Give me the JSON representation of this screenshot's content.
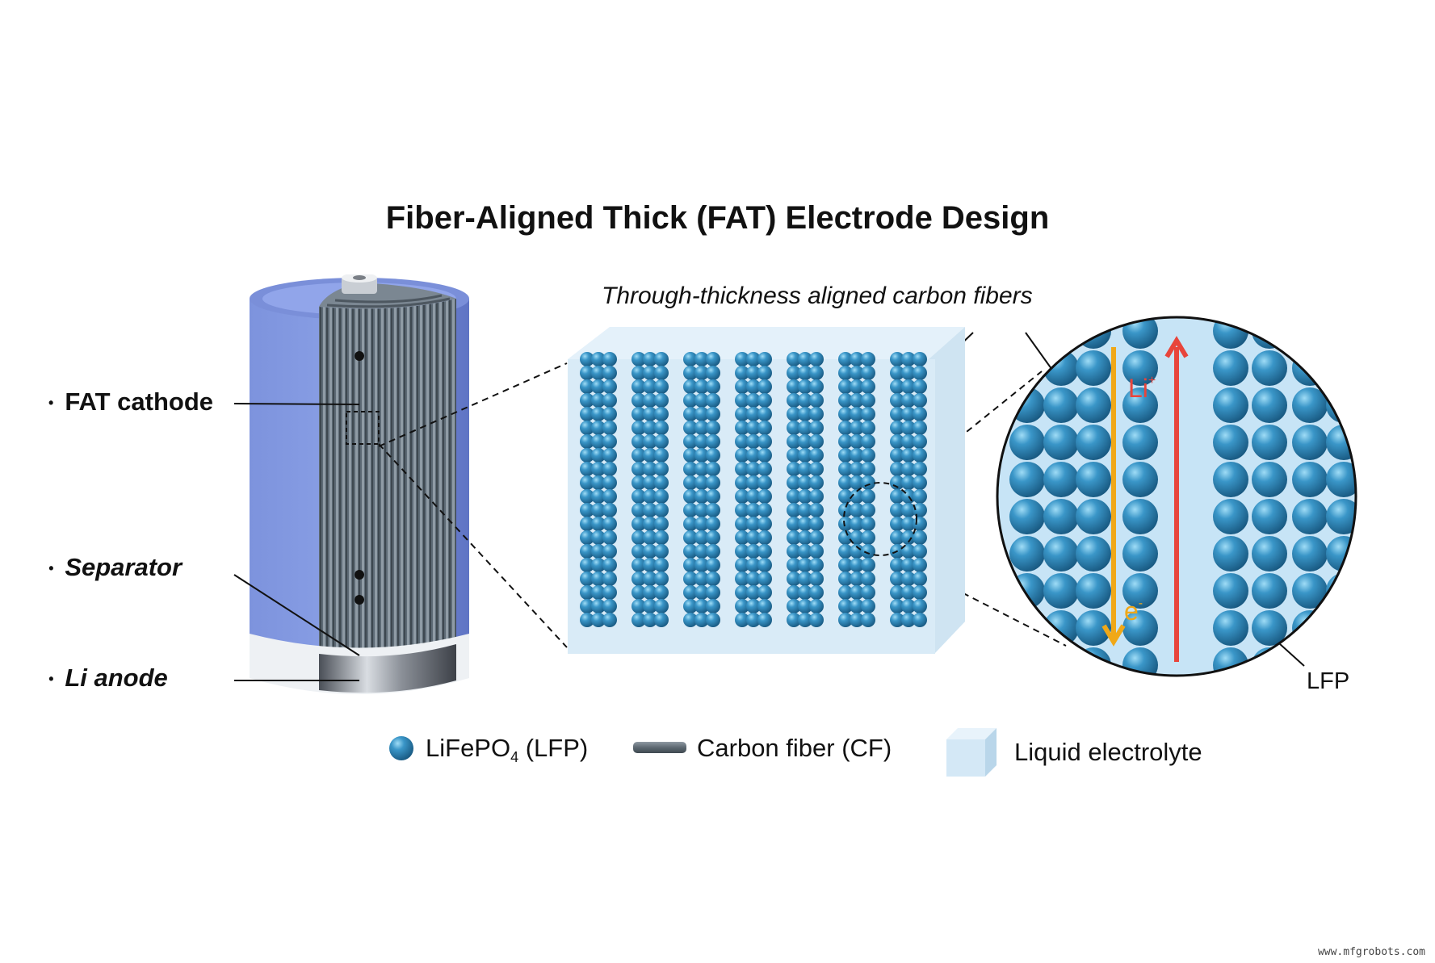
{
  "title": "Fiber-Aligned Thick (FAT) Electrode Design",
  "callouts": {
    "bullet": "•",
    "fat_cathode": "FAT cathode",
    "separator": "Separator",
    "li_anode": "Li anode"
  },
  "annotation_fibers": "Through-thickness aligned carbon fibers",
  "zoom": {
    "li_ion": "Li",
    "li_ion_sup": "+",
    "electron": "e",
    "electron_sup": "-",
    "lfp_label": "LFP"
  },
  "legend": {
    "lfp_main": "LiFePO",
    "lfp_sub": "4",
    "lfp_suffix": " (LFP)",
    "carbon_fiber": "Carbon fiber (CF)",
    "liquid_electrolyte": "Liquid electrolyte"
  },
  "watermark": "www.mfgrobots.com",
  "colors": {
    "lfp_sphere": "#2f86b8",
    "carbon_fiber": "#66727c",
    "electrolyte": "#d7eaf6",
    "cell_blue": "#6f86d6",
    "li_ion_arrow": "#e8453c",
    "electron_arrow": "#f0a818"
  }
}
